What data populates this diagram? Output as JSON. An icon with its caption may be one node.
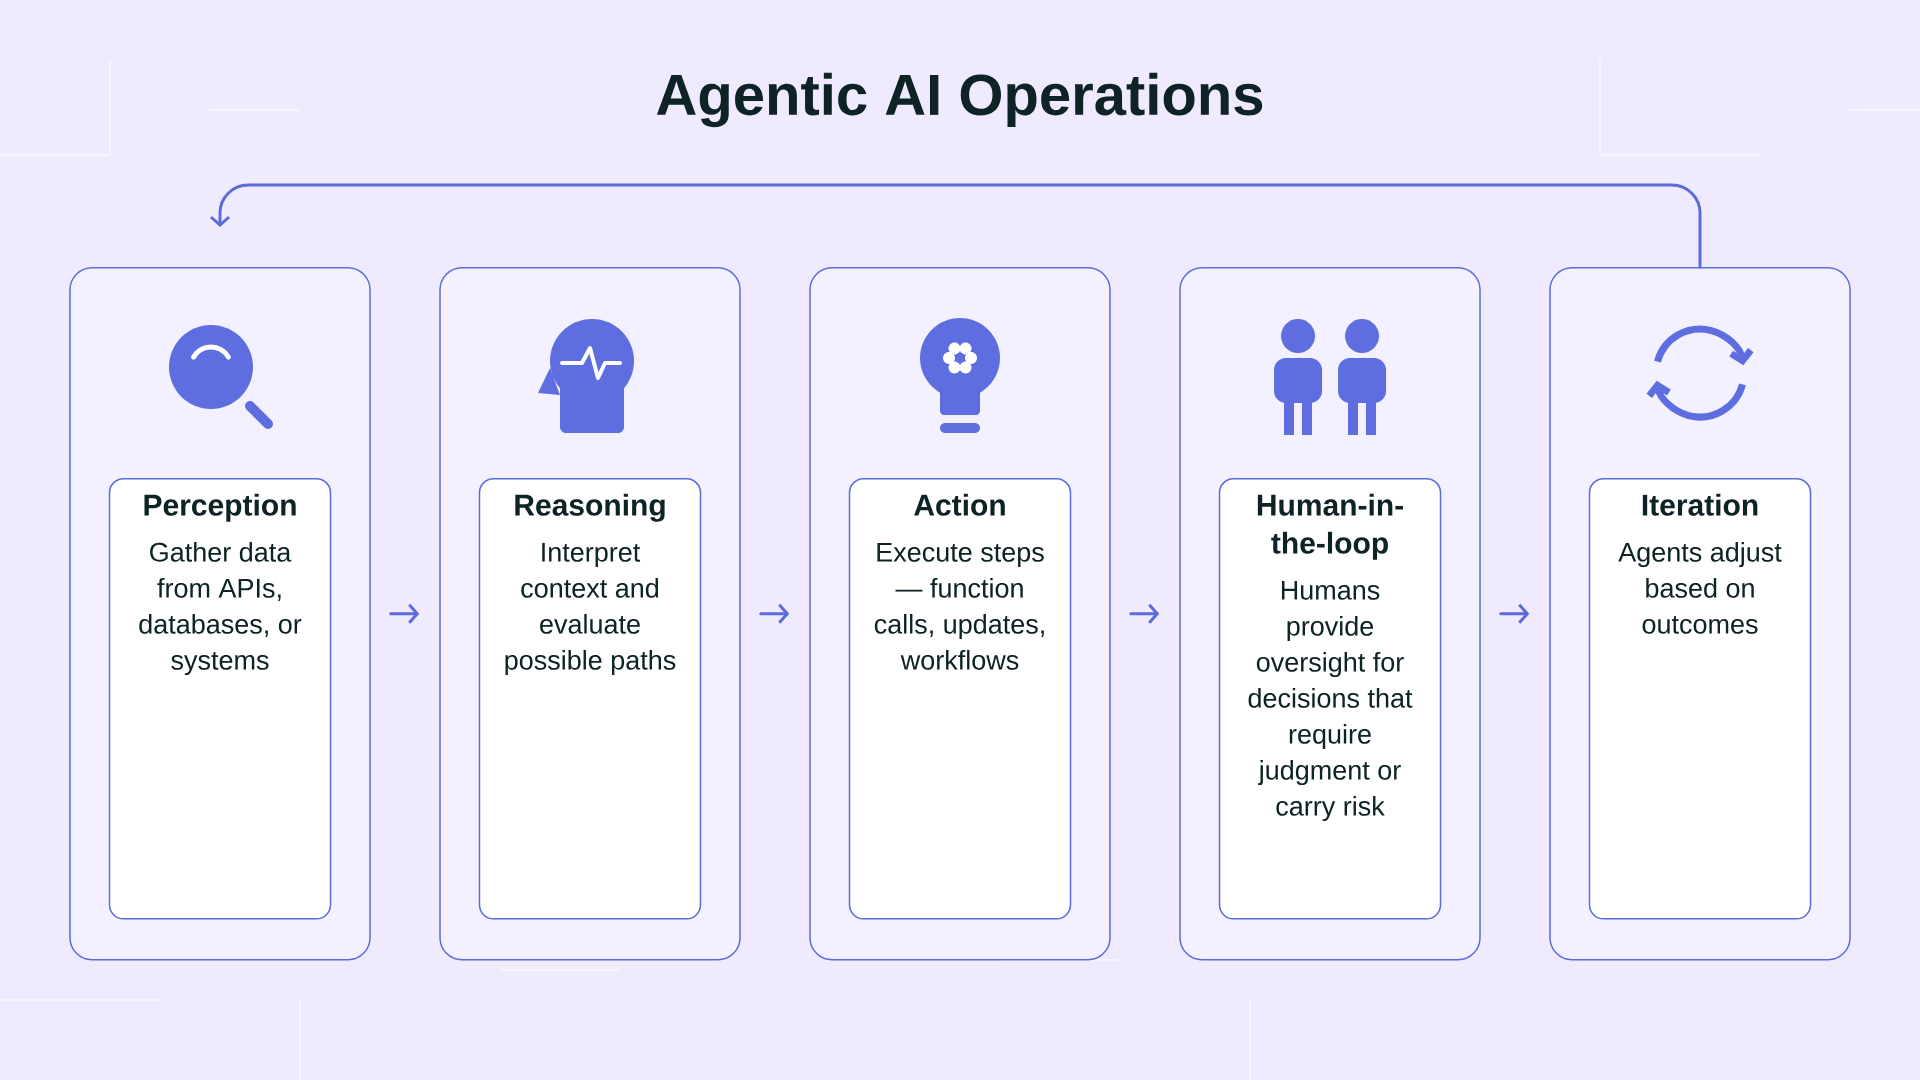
{
  "diagram": {
    "title": "Agentic AI Operations",
    "nodes": [
      {
        "text": [],
        "shape": "box"
      },
      {
        "text": [
          "Perception",
          "Gather data from APIs, databases, or systems"
        ],
        "in": 0
      },
      {
        "text": [],
        "shape": "box"
      },
      {
        "text": [
          "Reasoning",
          "Interpret context and evaluate possible paths"
        ],
        "in": 2
      },
      {
        "text": [],
        "shape": "box"
      },
      {
        "text": [
          "Action",
          "Execute steps — function calls, updates, workflows"
        ],
        "in": 4
      },
      {
        "text": [],
        "shape": "box"
      },
      {
        "text": [
          "Human-in-the-loop",
          "Humans provide oversight for decisions that require judgment or carry risk"
        ],
        "in": 6
      },
      {
        "text": [],
        "shape": "box"
      },
      {
        "text": [
          "Iteration",
          "Agents adjust based on outcomes"
        ],
        "in": 8
      }
    ],
    "edges": [
      {
        "from": 0,
        "to": 2,
        "arrow": "to"
      },
      {
        "from": 2,
        "to": 4,
        "arrow": "to"
      },
      {
        "from": 4,
        "to": 6,
        "arrow": "to"
      },
      {
        "from": 6,
        "to": 8,
        "arrow": "to"
      },
      {
        "from": 8,
        "to": 0,
        "arrow": "to"
      }
    ]
  }
}
